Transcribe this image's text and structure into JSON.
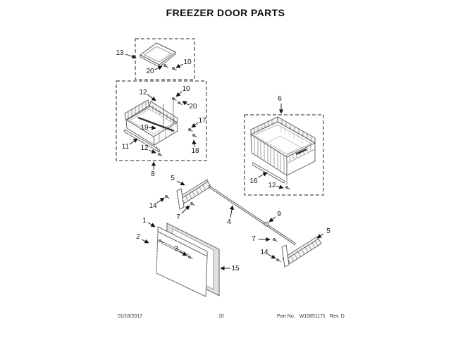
{
  "title": "FREEZER DOOR PARTS",
  "footer": {
    "date": "01/16/2017",
    "page": "10",
    "part_label": "Part No.",
    "part_number": "W10851171",
    "revision": "Rev. D"
  },
  "colors": {
    "paper": "#ffffff",
    "ink": "#111111",
    "art_line": "#555555"
  },
  "callouts": [
    "13",
    "20",
    "10",
    "12",
    "10",
    "20",
    "17",
    "19",
    "11",
    "12",
    "18",
    "8",
    "6",
    "16",
    "12",
    "5",
    "14",
    "7",
    "4",
    "1",
    "2",
    "3",
    "15",
    "9",
    "7",
    "14",
    "5"
  ]
}
